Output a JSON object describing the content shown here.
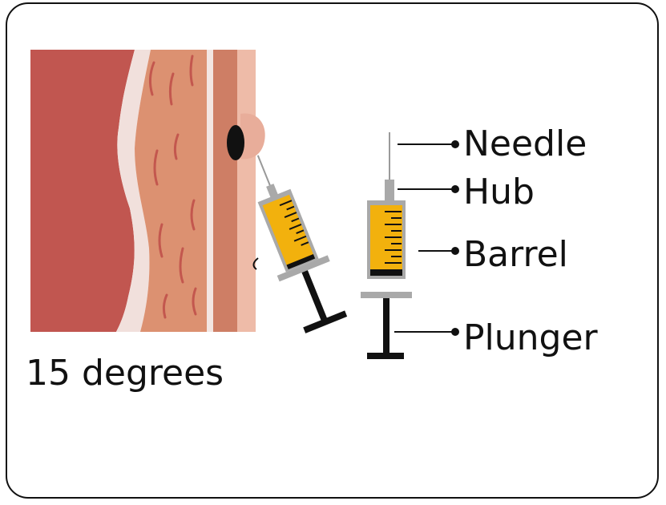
{
  "angle_label": "15 degrees",
  "labels": {
    "needle": "Needle",
    "hub": "Hub",
    "barrel": "Barrel",
    "plunger": "Plunger"
  },
  "colors": {
    "muscle": "#c15650",
    "fascia": "#f1e0dc",
    "fat": "#dc9171",
    "fat_streak": "#c3574e",
    "dermis": "#ce7e65",
    "epidermis": "#eebba8",
    "bleb": "#e8ad9a",
    "syringe_barrel": "#f2b10d",
    "syringe_gray": "#a9a9a9",
    "plunger": "#111111"
  }
}
